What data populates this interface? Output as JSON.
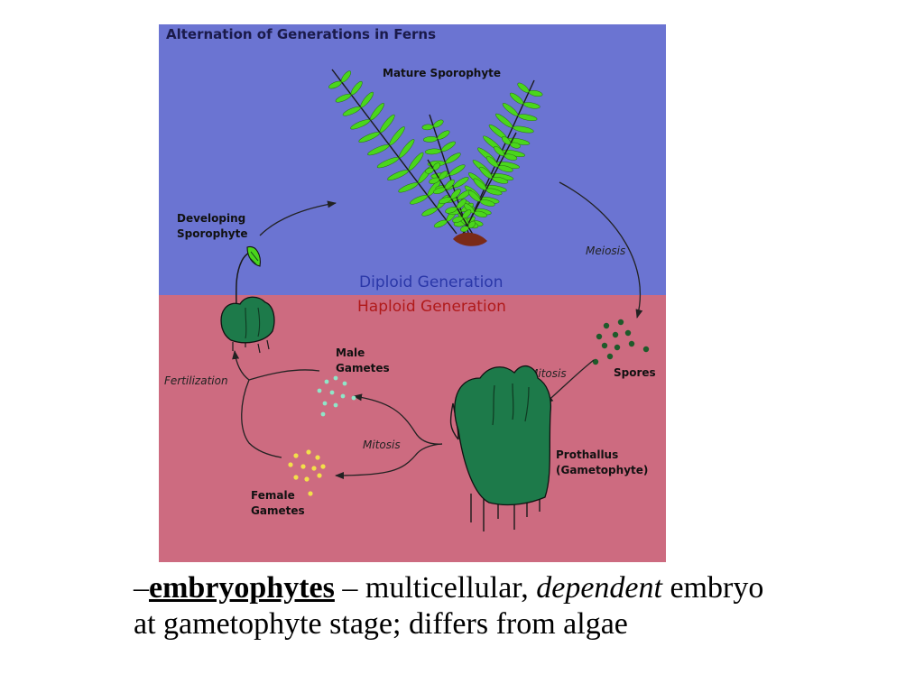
{
  "diagram": {
    "title": "Alternation of Generations in Ferns",
    "colors": {
      "diploid_bg": "#6b74d2",
      "haploid_bg": "#cd6b80",
      "plant_green": "#1d7a4a",
      "frond_green": "#4ad61c",
      "spore_color": "#1f5a2a",
      "male_gamete_color": "#8fe6c8",
      "female_gamete_color": "#f2e04a",
      "root_brown": "#7a2a18",
      "diploid_text": "#2a37a8",
      "haploid_text": "#b01a1a"
    },
    "generations": {
      "diploid": "Diploid Generation",
      "haploid": "Haploid Generation"
    },
    "labels": {
      "mature_sporophyte": "Mature Sporophyte",
      "developing_line1": "Developing",
      "developing_line2": "Sporophyte",
      "meiosis": "Meiosis",
      "spores": "Spores",
      "mitosis_spores": "Mitosis",
      "prothallus_line1": "Prothallus",
      "prothallus_line2": "(Gametophyte)",
      "mitosis_gametes": "Mitosis",
      "male_line1": "Male",
      "male_line2": "Gametes",
      "female_line1": "Female",
      "female_line2": "Gametes",
      "fertilization": "Fertilization"
    }
  },
  "caption": {
    "dash": "–",
    "term": "embryophytes",
    "sep": " – multicellular, ",
    "emph": "dependent",
    "rest": " embryo at gametophyte stage; differs from algae"
  }
}
